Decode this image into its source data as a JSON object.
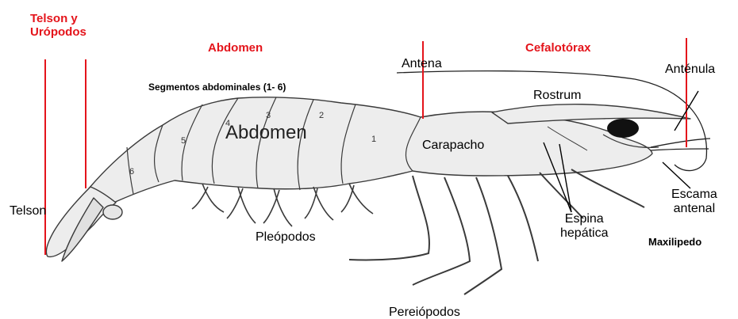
{
  "colors": {
    "region_line": "#e4141b",
    "region_label": "#e4141b",
    "pointer_line": "#000000",
    "body_fill": "#ededed",
    "body_stroke": "#3a3a3a"
  },
  "regions": {
    "telson_uropodos": {
      "line1": "Telson y",
      "line2": "Urópodos"
    },
    "abdomen": "Abdomen",
    "cefalotorax": "Cefalotórax"
  },
  "labels": {
    "segmentos": "Segmentos abdominales (1- 6)",
    "abdomen_body": "Abdomen",
    "antena": "Antena",
    "antenula": "Anténula",
    "rostrum": "Rostrum",
    "carapacho": "Carapacho",
    "telson": "Telson",
    "escama_line1": "Escama",
    "escama_line2": "antenal",
    "espina_line1": "Espina",
    "espina_line2": "hepática",
    "maxilipedo": "Maxilipedo",
    "pleopodos": "Pleópodos",
    "pereiopodos": "Pereiópodos"
  },
  "segment_numbers": [
    "1",
    "2",
    "3",
    "4",
    "5",
    "6"
  ]
}
